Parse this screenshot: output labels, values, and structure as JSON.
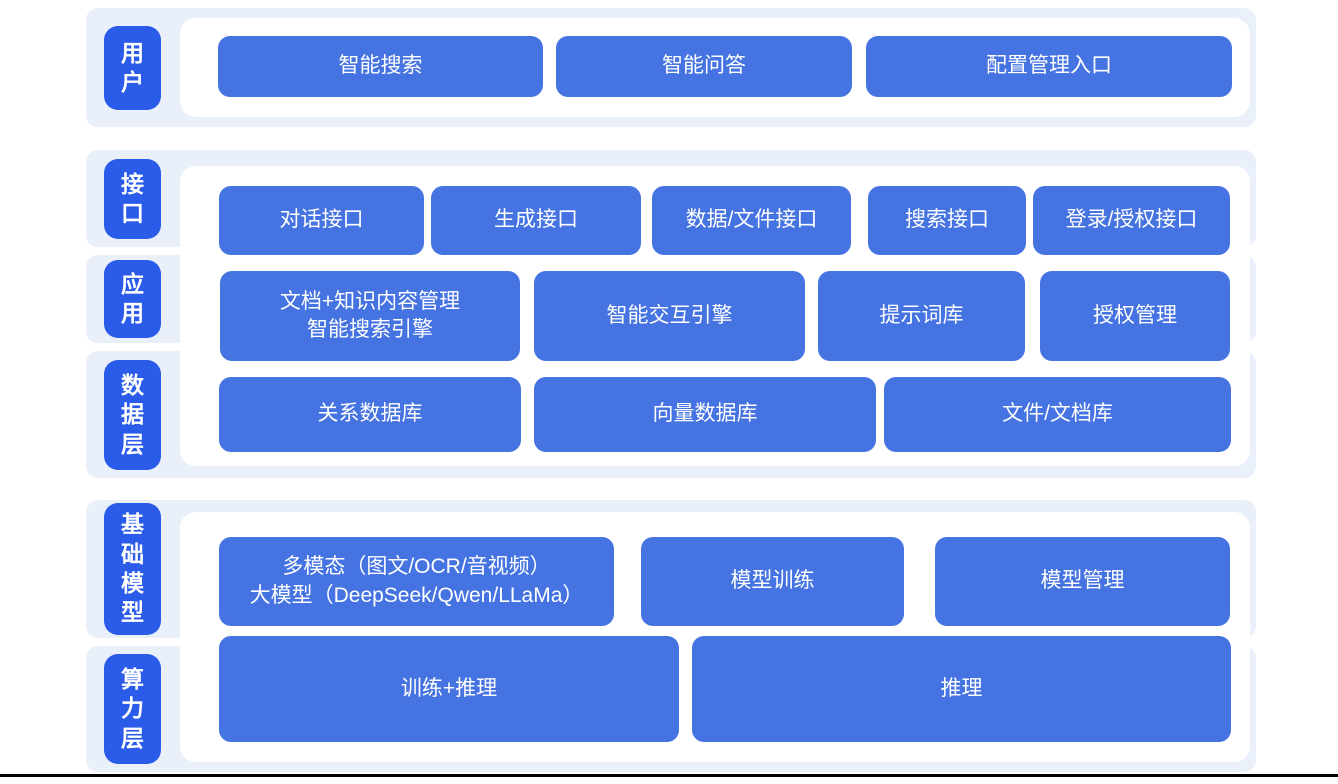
{
  "colors": {
    "node_blue": "#4573e2",
    "label_pill_blue": "#2b5ce9",
    "band_background": "#eaf0f9",
    "panel_background": "#ffffff",
    "text_white": "#ffffff",
    "bottom_line": "#000000"
  },
  "layers": {
    "user": {
      "label": "用户",
      "buttons": {
        "b1": "智能搜索",
        "b2": "智能问答",
        "b3": "配置管理入口"
      }
    },
    "interface": {
      "label": "接口",
      "buttons": {
        "b1": "对话接口",
        "b2": "生成接口",
        "b3": "数据/文件接口",
        "b4": "搜索接口",
        "b5": "登录/授权接口"
      }
    },
    "application": {
      "label": "应用",
      "buttons": {
        "b1_line1": "文档+知识内容管理",
        "b1_line2": "智能搜索引擎",
        "b2": "智能交互引擎",
        "b3": "提示词库",
        "b4": "授权管理"
      }
    },
    "data_layer": {
      "label": "数据层",
      "buttons": {
        "b1": "关系数据库",
        "b2": "向量数据库",
        "b3": "文件/文档库"
      }
    },
    "base_model": {
      "label": "基础模型",
      "buttons": {
        "b1_line1": "多模态（图文/OCR/音视频）",
        "b1_line2": "大模型（DeepSeek/Qwen/LLaMa）",
        "b2": "模型训练",
        "b3": "模型管理"
      }
    },
    "compute": {
      "label": "算力层",
      "buttons": {
        "b1": "训练+推理",
        "b2": "推理"
      }
    }
  }
}
